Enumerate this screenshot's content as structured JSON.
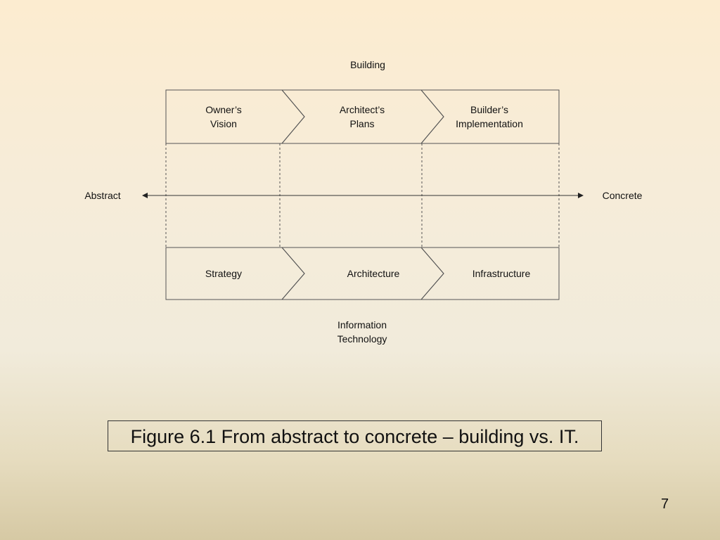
{
  "top_group_label": "Building",
  "bottom_group_label": [
    "Information",
    "Technology"
  ],
  "building_stages": [
    [
      "Owner’s",
      "Vision"
    ],
    [
      "Architect’s",
      "Plans"
    ],
    [
      "Builder’s",
      "Implementation"
    ]
  ],
  "it_stages": [
    "Strategy",
    "Architecture",
    "Infrastructure"
  ],
  "axis": {
    "left_label": "Abstract",
    "right_label": "Concrete"
  },
  "caption": "Figure 6.1  From abstract to concrete – building vs. IT.",
  "page_number": "7"
}
